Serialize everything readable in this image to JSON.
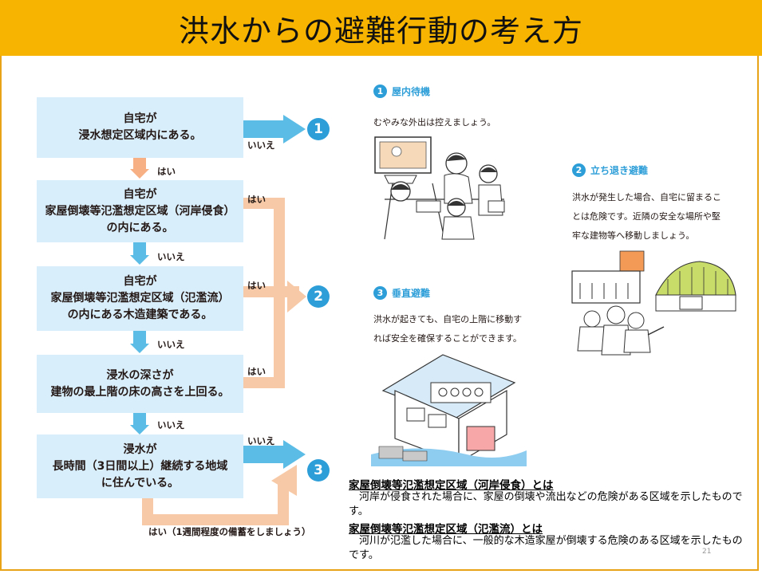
{
  "title": "洪水からの避難行動の考え方",
  "flow": {
    "box1": "自宅が\n浸水想定区域内にある。",
    "box2": "自宅が\n家屋倒壊等氾濫想定区域（河岸侵食）\nの内にある。",
    "box3": "自宅が\n家屋倒壊等氾濫想定区域（氾濫流）\nの内にある木造建築である。",
    "box4": "浸水の深さが\n建物の最上階の床の高さを上回る。",
    "box5": "浸水が\n長時間（3日間以上）継続する地域\nに住んでいる。",
    "label_no_1": "いいえ",
    "label_yes_1": "はい",
    "label_yes_2": "はい",
    "label_no_2": "いいえ",
    "label_yes_3": "はい",
    "label_no_3": "いいえ",
    "label_yes_4": "はい",
    "label_no_4": "いいえ",
    "label_no_5": "いいえ",
    "label_yes_5": "はい（1週間程度の備蓄をしましょう）",
    "circle_1": "1",
    "circle_2": "2",
    "circle_3": "3"
  },
  "sections": [
    {
      "num": "1",
      "title": "屋内待機",
      "body": "むやみな外出は控えましょう。"
    },
    {
      "num": "2",
      "title": "立ち退き避難",
      "body": "洪水が発生した場合、自宅に留まるこ\nとは危険です。近隣の安全な場所や堅\n牢な建物等へ移動しましょう。"
    },
    {
      "num": "3",
      "title": "垂直避難",
      "body": "洪水が起きても、自宅の上階に移動す\nれば安全を確保することができます。"
    }
  ],
  "definitions": [
    {
      "title": "家屋倒壊等氾濫想定区域（河岸侵食）とは",
      "body": "　河岸が侵食された場合に、家屋の倒壊や流出などの危険がある区域を示したものです。"
    },
    {
      "title": "家屋倒壊等氾濫想定区域（氾濫流）とは",
      "body": "　河川が氾濫した場合に、一般的な木造家屋が倒壊する危険のある区域を示したものです。"
    }
  ],
  "page_number": "21",
  "colors": {
    "title_bg": "#f7b400",
    "box_bg": "#d9eefb",
    "arrow_blue": "#5bbde6",
    "arrow_orange": "#f7c9a6",
    "circle_blue": "#2d9ed8",
    "circle_orange": "#f39a56"
  }
}
